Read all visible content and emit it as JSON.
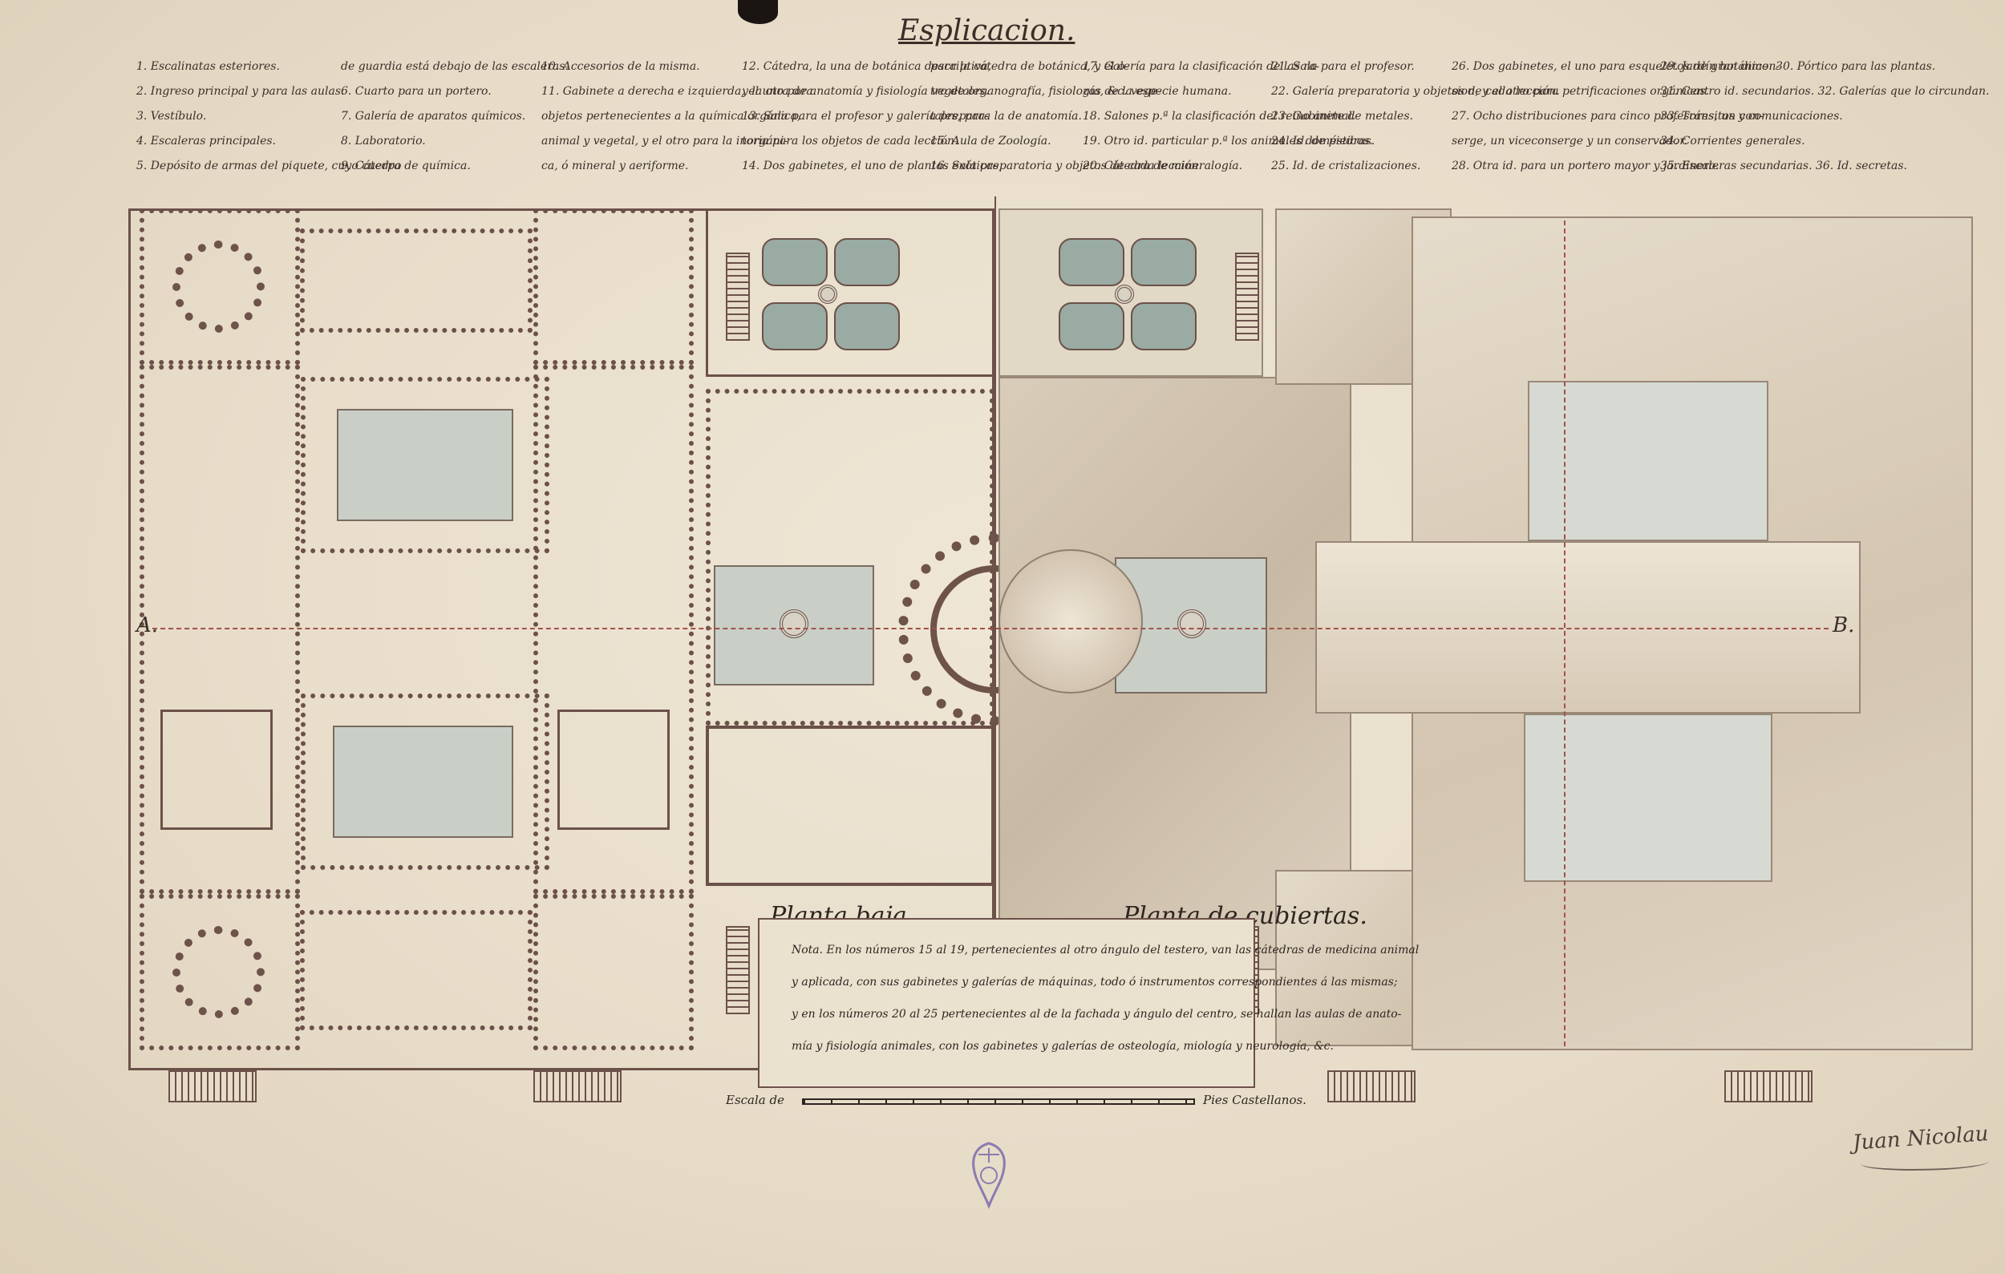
{
  "title": "Esplicacion.",
  "legend": [
    [
      "1. Escalinatas esteriores.",
      "2. Ingreso principal y para las aulas.",
      "3. Vestíbulo.",
      "4. Escaleras principales.",
      "5. Depósito de armas del piquete, cuyo cuerpo"
    ],
    [
      "de guardia está debajo de las escaleras.",
      "6. Cuarto para un portero.",
      "7. Galería de aparatos químicos.",
      "8. Laboratorio.",
      "9. Cátedra de química."
    ],
    [
      "10. Accesorios de la misma.",
      "11. Gabinete a derecha e izquierda, el uno para",
      "objetos pertenecientes a la química orgánica,",
      "animal y vegetal, y el otro para la inorgáni-",
      "ca, ó mineral y aeriforme."
    ],
    [
      "12. Cátedra, la una de botánica descriptiva,",
      "y la otra de anatomía y fisiología vegetales.",
      "13. Sala para el profesor y galería prepara-",
      "toria para los objetos de cada lección.",
      "14. Dos gabinetes, el uno de plantas exóticas,"
    ],
    [
      "para la cátedra de botánica, y el o-",
      "tro de organografía, fisiología, &c. vege-",
      "tales, para la de anatomía.",
      "15. Aula de Zoología.",
      "16. Sala preparatoria y objetos de cada lección."
    ],
    [
      "17. Galería para la clasificación de las ra-",
      "zas de la especie humana.",
      "18. Salones p.ª la clasificación del reino animal.",
      "19. Otro id. particular p.ª los animales domésticos.",
      "20. Cátedra de mineralogía."
    ],
    [
      "21. Sala para el profesor.",
      "22. Galería preparatoria y objetos de cada lección.",
      "23. Gabinete de metales.",
      "24. Id. de piedras.",
      "25. Id. de cristalizaciones."
    ],
    [
      "26. Dos gabinetes, el uno para esqueletos de gran dimen-",
      "sion, y el otro para petrificaciones orgánicas.",
      "27. Ocho distribuciones para cinco profesores, un con-",
      "serge, un viceconserge y un conservador.",
      "28. Otra id. para un portero mayor y jardinero."
    ],
    [
      "29. Jardín botánico. 30. Pórtico para las plantas.",
      "31. Centro id. secundarios. 32. Galerías que lo circundan.",
      "33. Tránsitos y comunicaciones.",
      "34. Corrientes generales.",
      "35. Escaleras secundarias. 36. Id. secretas."
    ]
  ],
  "plan_labels": {
    "ground_floor": "Planta baja.",
    "roof_plan": "Planta de cubiertas."
  },
  "axis_labels": {
    "left": "A.",
    "right": "B."
  },
  "note": {
    "lines": [
      "Nota. En los números 15 al 19, pertenecientes al otro ángulo del testero, van las cátedras de medicina animal",
      "y aplicada, con sus gabinetes y galerías de máquinas, todo ó instrumentos correspondientes á las mismas;",
      "y en los números 20 al 25 pertenecientes al de la fachada y ángulo del centro, se hallan las aulas de anato-",
      "mía y fisiología animales, con los gabinetes y galerías de osteología, miología y neurología, &c."
    ]
  },
  "scale": {
    "label_left": "Escala de",
    "label_right": "Pies Castellanos."
  },
  "signature": "Juan Nicolau",
  "colors": {
    "paper": "#e9dfcd",
    "walls": "#6e534a",
    "courts": "#c9cfc7",
    "garden": "#9aaba3",
    "axis": "#a0524a"
  }
}
